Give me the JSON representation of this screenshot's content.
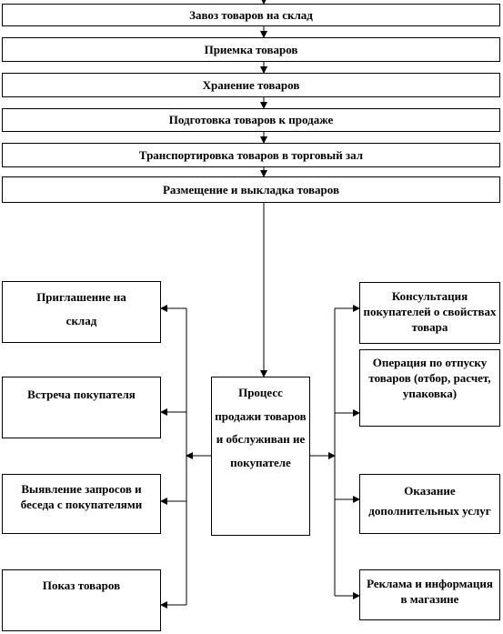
{
  "chain": [
    "Завоз товаров на склад",
    "Приемка товаров",
    "Хранение товаров",
    "Подготовка товаров к продаже",
    "Транспортировка товаров в торговый зал",
    "Размещение и выкладка товаров"
  ],
  "center": "Процесс продажи товаров и обслуживан ие покупателе",
  "left": [
    "Приглашение на склад",
    "Встреча покупателя",
    "Выявление запросов и беседа с покупателями",
    "Показ товаров"
  ],
  "right": [
    "Консультация покупателей о свойствах товара",
    "Операция по отпуску товаров (отбор, расчет, упаковка)",
    "Оказание дополнительных услуг",
    "Реклама и информация в магазине"
  ]
}
